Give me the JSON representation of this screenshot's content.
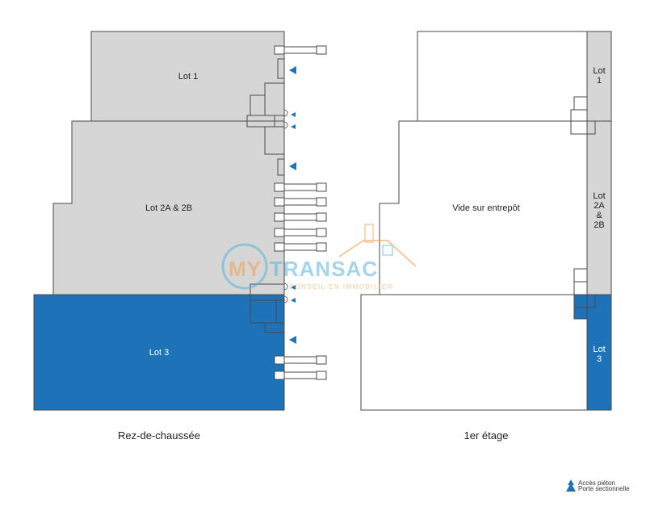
{
  "colors": {
    "lot_grey": "#d6d6d6",
    "lot_blue": "#1e73b8",
    "outline": "#4a4a4a",
    "accent": "#1e73b8",
    "watermark_blue": "#5ab4d8",
    "watermark_orange": "#f0a050"
  },
  "ground_floor": {
    "caption": "Rez-de-chaussée",
    "lot1": "Lot 1",
    "lot2": "Lot 2A & 2B",
    "lot3": "Lot 3"
  },
  "first_floor": {
    "caption": "1er étage",
    "void": "Vide sur entrepôt",
    "lot1_line1": "Lot",
    "lot1_line2": "1",
    "lot2_line1": "Lot",
    "lot2_line2": "2A",
    "lot2_line3": "&",
    "lot2_line4": "2B",
    "lot3_line1": "Lot",
    "lot3_line2": "3"
  },
  "watermark": {
    "brand_my": "MY",
    "brand_transac": "TRANSAC",
    "tagline": "CONSEIL EN IMMOBILIER"
  },
  "legend": {
    "pedestrian": "Accès piéton",
    "sectional": "Porte sectionnelle",
    "pedestrian_icon": "small-triangle-icon",
    "sectional_icon": "large-triangle-icon"
  }
}
